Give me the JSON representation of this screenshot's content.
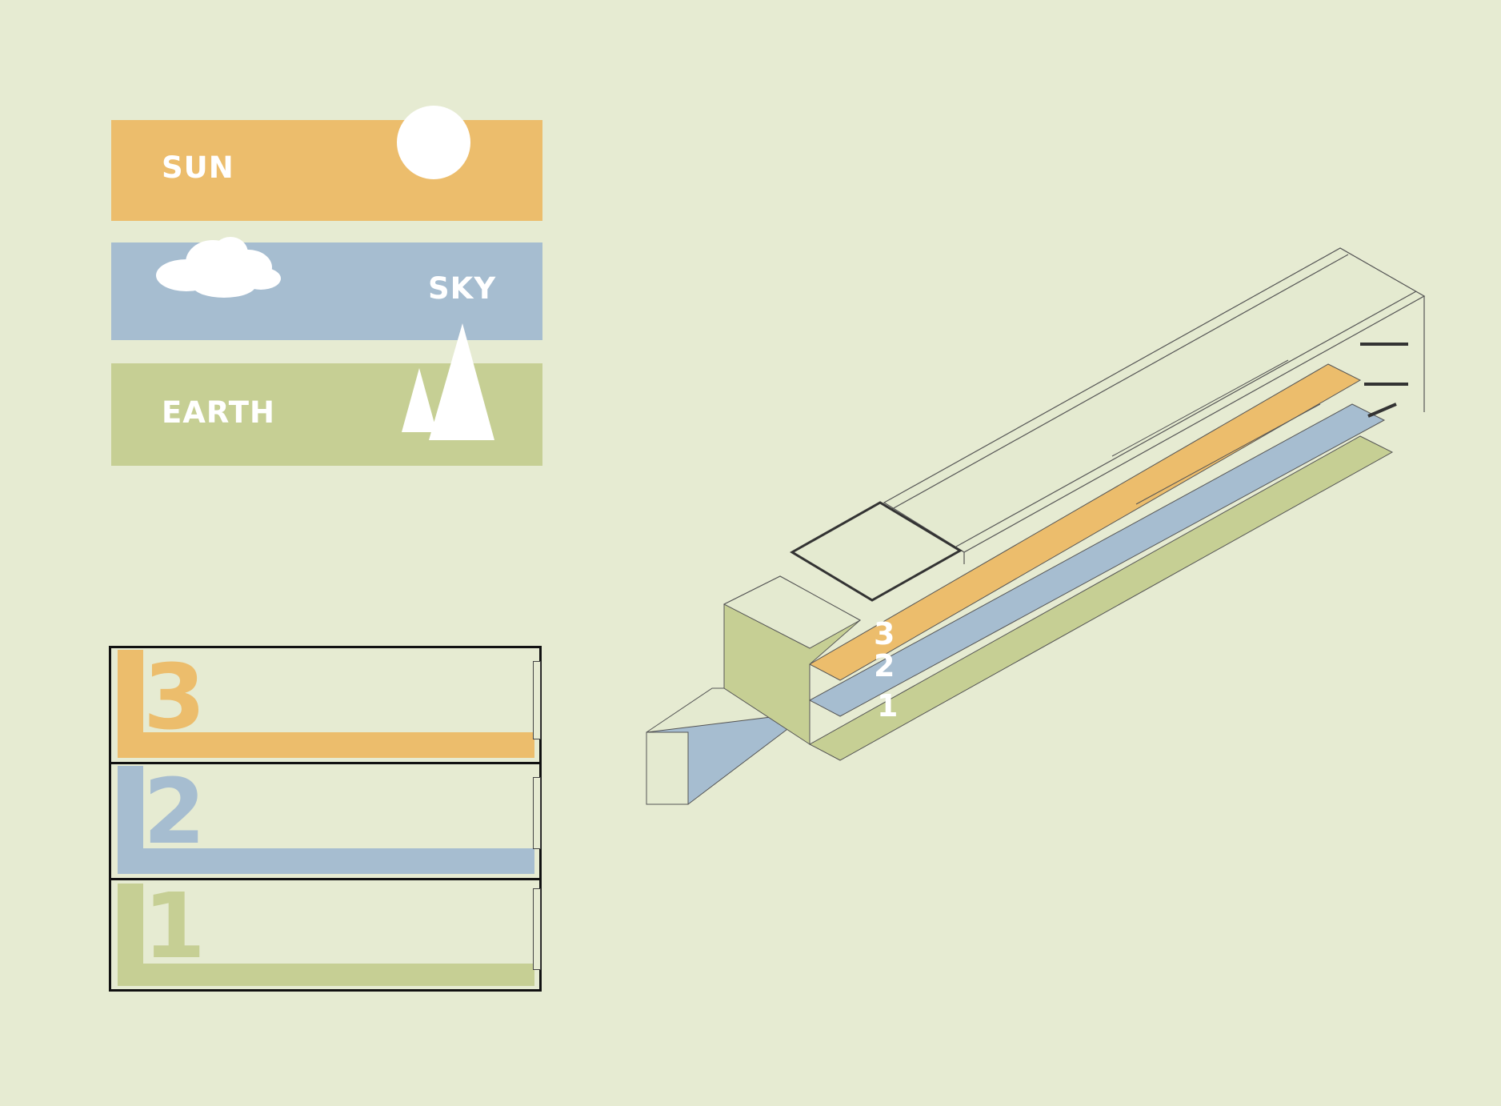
{
  "legend": {
    "sun": {
      "label": "SUN",
      "color": "#ecbd6c"
    },
    "sky": {
      "label": "SKY",
      "color": "#a6bdd0"
    },
    "earth": {
      "label": "EARTH",
      "color": "#c6cf94"
    }
  },
  "floors": [
    {
      "number": "3",
      "color": "#ecbd6c"
    },
    {
      "number": "2",
      "color": "#a6bdd0"
    },
    {
      "number": "1",
      "color": "#c6cf94"
    }
  ],
  "axonometric": {
    "labels": [
      "3",
      "2",
      "1"
    ],
    "icons": [
      "sun-icon",
      "cloud-icon",
      "tree-icon"
    ]
  }
}
